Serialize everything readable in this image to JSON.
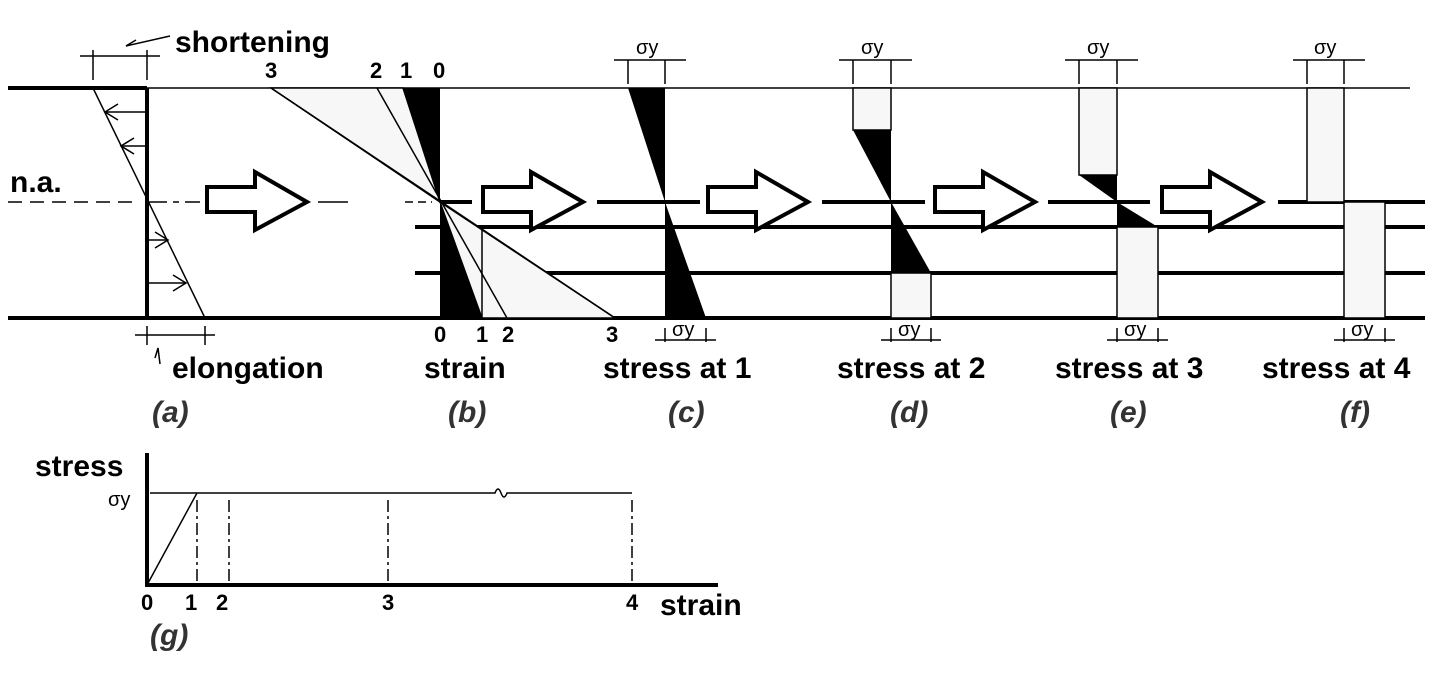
{
  "labels": {
    "shortening": "shortening",
    "elongation": "elongation",
    "neutral_axis": "n.a.",
    "strain": "strain",
    "stress_at_1": "stress at 1",
    "stress_at_2": "stress at 2",
    "stress_at_3": "stress at 3",
    "stress_at_4": "stress at 4",
    "sigma_y": "σy",
    "graph_y": "stress",
    "graph_x": "strain"
  },
  "panels": [
    "(a)",
    "(b)",
    "(c)",
    "(d)",
    "(e)",
    "(f)",
    "(g)"
  ],
  "strain_top_numbers": [
    "3",
    "2",
    "1",
    "0"
  ],
  "strain_bottom_numbers": [
    "0",
    "1",
    "2",
    "3"
  ],
  "graph_ticks": [
    "0",
    "1",
    "2",
    "3",
    "4"
  ]
}
